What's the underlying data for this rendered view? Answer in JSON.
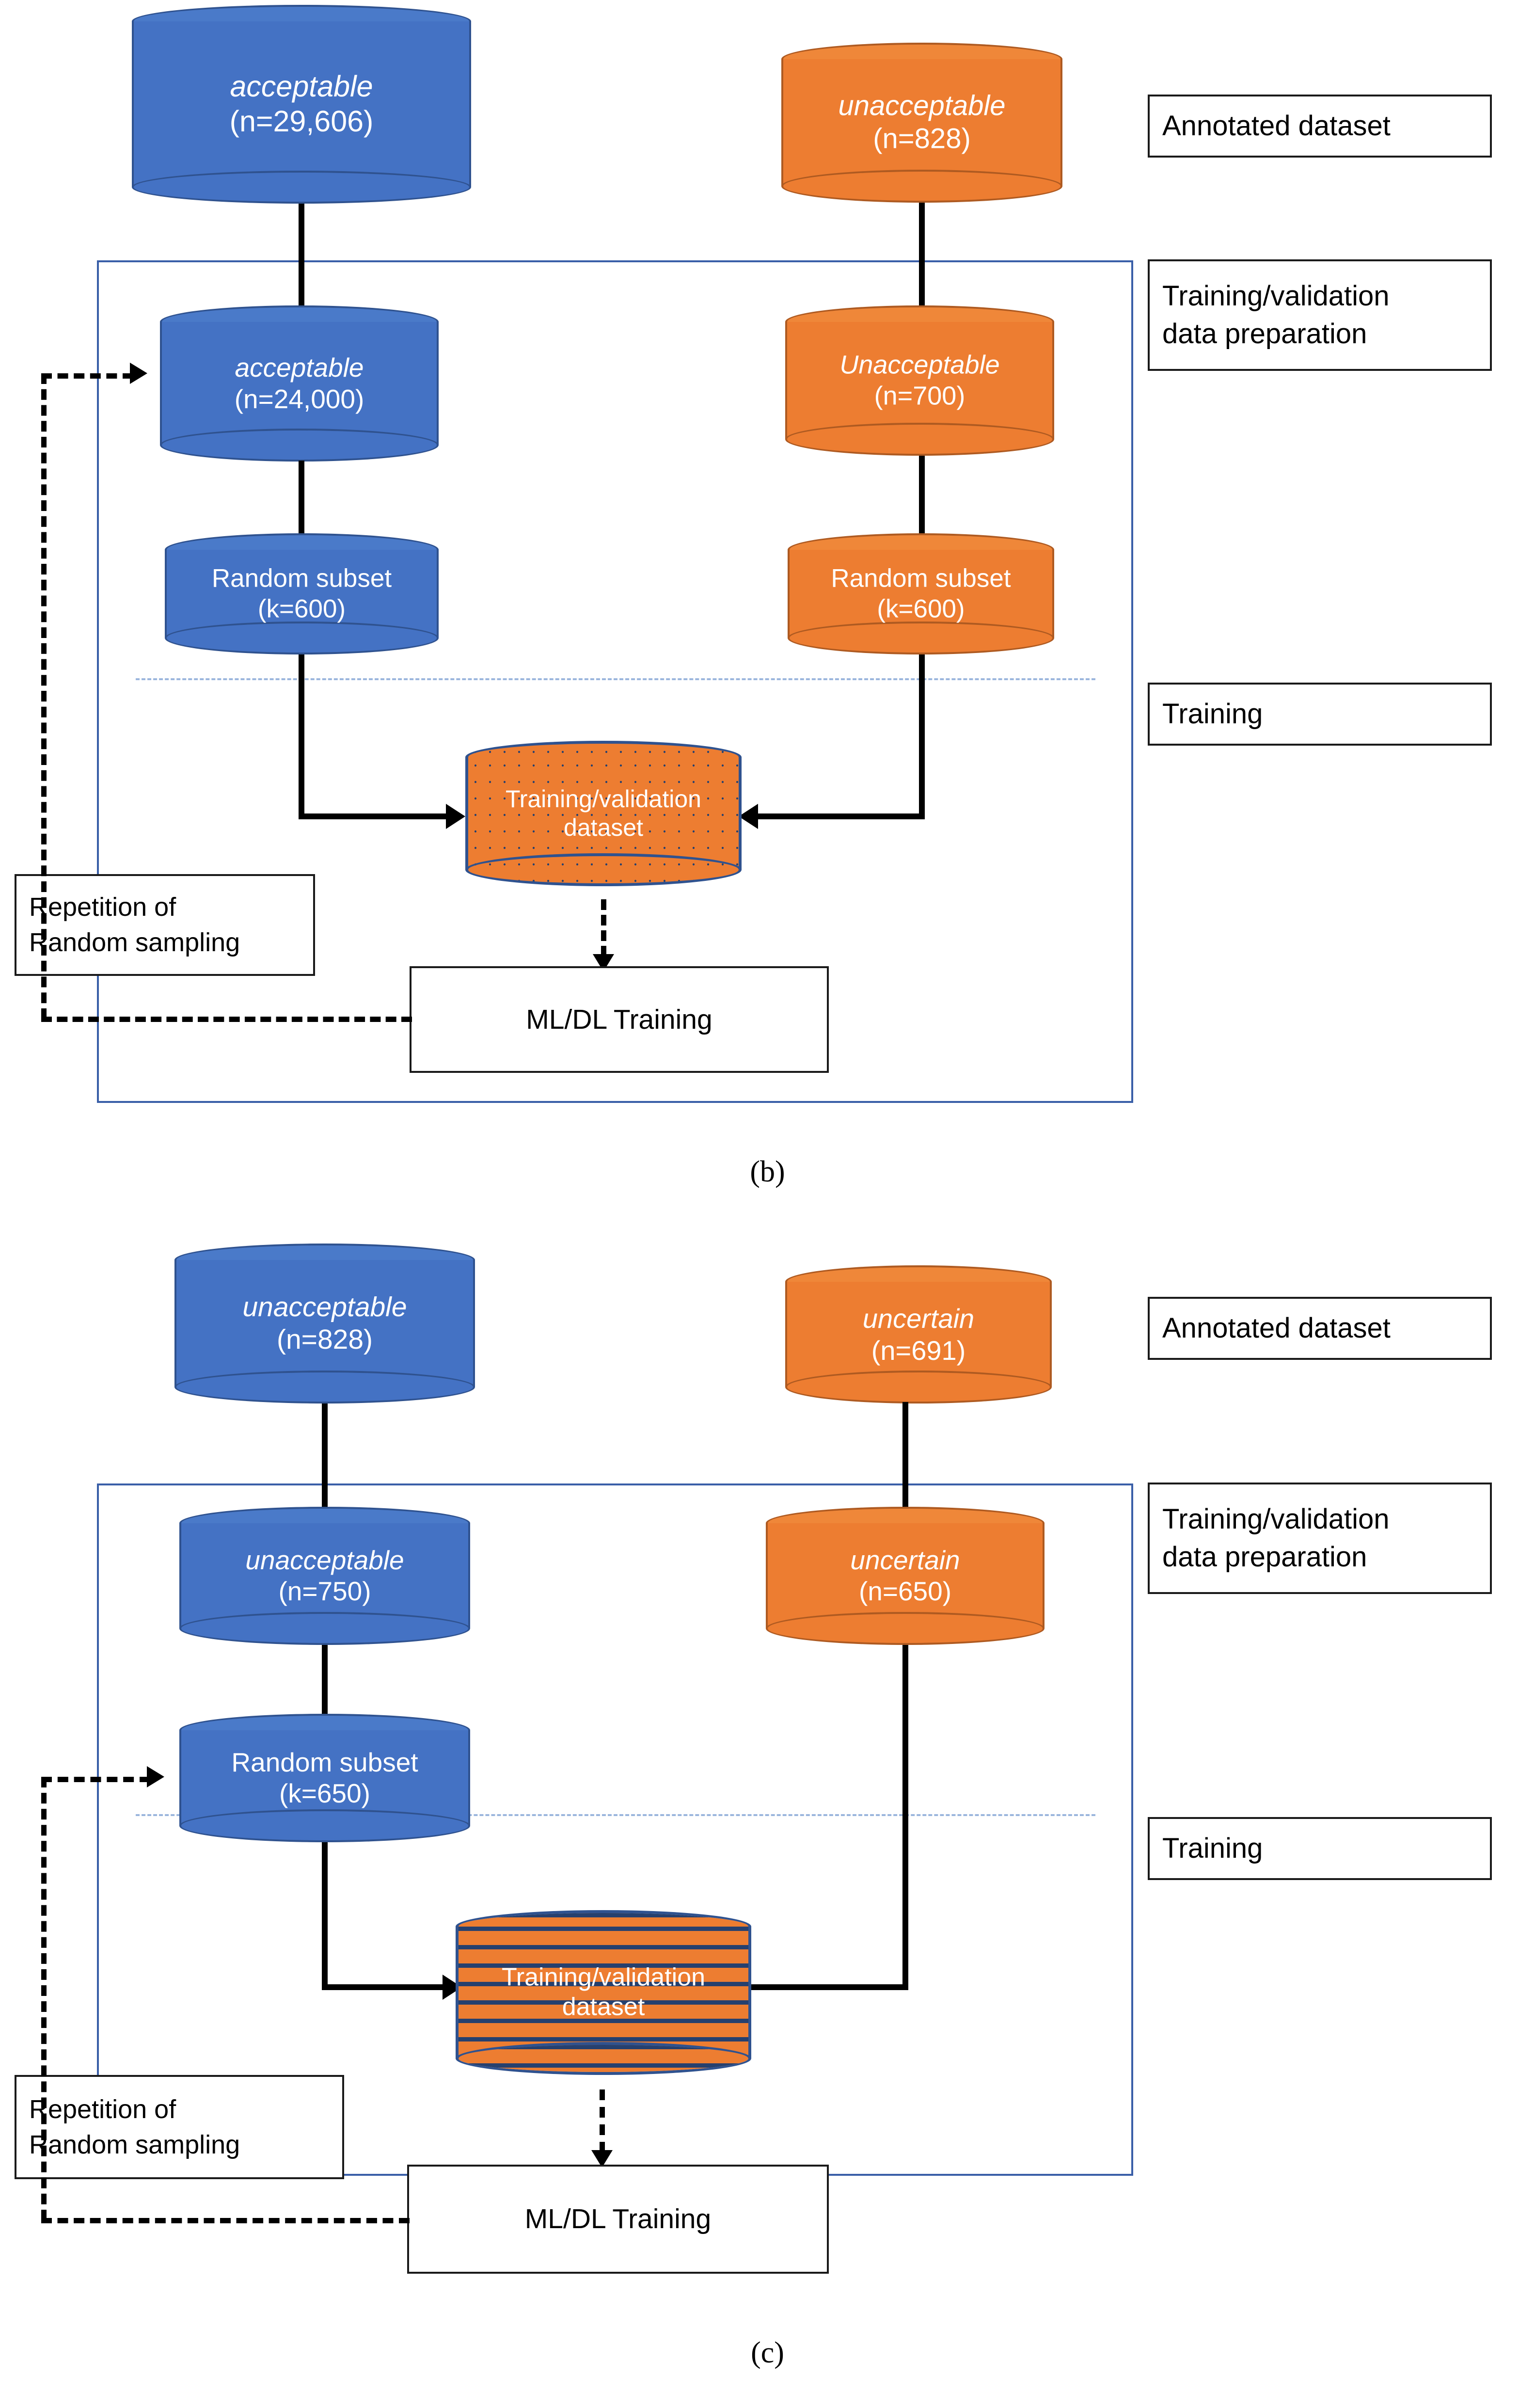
{
  "figure": {
    "panels": [
      {
        "id": "b",
        "caption": "(b)",
        "stage_labels": [
          {
            "text": "Annotated dataset"
          },
          {
            "text": "Training/validation\ndata preparation",
            "line1": "Training/validation",
            "line2": "data preparation"
          },
          {
            "text": "Training"
          }
        ],
        "nodes": {
          "source_left": {
            "name": "acceptable",
            "count": "(n=29,606)",
            "color": "#4472c4",
            "shape": "cylinder",
            "italic": true
          },
          "source_right": {
            "name": "unacceptable",
            "count": "(n=828)",
            "color": "#ed7d31",
            "shape": "cylinder",
            "italic": true
          },
          "prep_left": {
            "name": "acceptable",
            "count": "(n=24,000)",
            "color": "#4472c4",
            "shape": "cylinder",
            "italic": true
          },
          "prep_right": {
            "name": "Unacceptable",
            "count": "(n=700)",
            "color": "#ed7d31",
            "shape": "cylinder",
            "italic": true
          },
          "subset_left": {
            "name": "Random subset",
            "count": "(k=600)",
            "color": "#4472c4",
            "shape": "cylinder",
            "italic": false
          },
          "subset_right": {
            "name": "Random subset",
            "count": "(k=600)",
            "color": "#ed7d31",
            "shape": "cylinder",
            "italic": false
          },
          "merged": {
            "name": "Training/validation",
            "count": "dataset",
            "color": "#ed7d31",
            "shape": "cylinder-dotted",
            "italic": false
          },
          "repetition": {
            "line1": "Repetition of",
            "line2": "Random sampling"
          },
          "training": {
            "name": "ML/DL Training"
          }
        }
      },
      {
        "id": "c",
        "caption": "(c)",
        "stage_labels": [
          {
            "text": "Annotated dataset"
          },
          {
            "text": "Training/validation\ndata preparation",
            "line1": "Training/validation",
            "line2": "data preparation"
          },
          {
            "text": "Training"
          }
        ],
        "nodes": {
          "source_left": {
            "name": "unacceptable",
            "count": "(n=828)",
            "color": "#4472c4",
            "shape": "cylinder",
            "italic": true
          },
          "source_right": {
            "name": "uncertain",
            "count": "(n=691)",
            "color": "#ed7d31",
            "shape": "cylinder",
            "italic": true
          },
          "prep_left": {
            "name": "unacceptable",
            "count": "(n=750)",
            "color": "#4472c4",
            "shape": "cylinder",
            "italic": true
          },
          "prep_right": {
            "name": "uncertain",
            "count": "(n=650)",
            "color": "#ed7d31",
            "shape": "cylinder",
            "italic": true
          },
          "subset_left": {
            "name": "Random subset",
            "count": "(k=650)",
            "color": "#4472c4",
            "shape": "cylinder",
            "italic": false
          },
          "merged": {
            "name": "Training/validation",
            "count": "dataset",
            "color": "#ed7d31",
            "shape": "cylinder-dotted",
            "italic": false
          },
          "repetition": {
            "line1": "Repetition of",
            "line2": "Random sampling"
          },
          "training": {
            "name": "ML/DL Training"
          }
        }
      }
    ],
    "colors": {
      "blue_fill": "#4472c4",
      "blue_stroke": "#2f528f",
      "orange_fill": "#ed7d31",
      "orange_stroke": "#ae5a21",
      "enclosure_stroke": "#3a5fa8",
      "divider_stroke": "#9bb6dd",
      "text_dark": "#000000",
      "text_light": "#ffffff"
    }
  }
}
